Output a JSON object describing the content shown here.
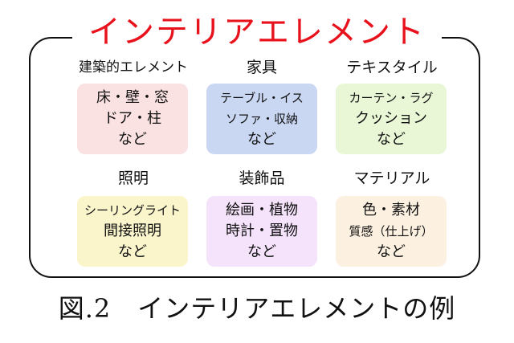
{
  "title": "インテリアエレメント",
  "caption": "図.2　インテリアエレメントの例",
  "colors": {
    "title": "#e8121c",
    "frame": "#111111",
    "box_pink": "#fbe2e2",
    "box_blue": "#c9d7f3",
    "box_green": "#e9f7d7",
    "box_yellow": "#fbf5cc",
    "box_lavender": "#f4e3fb",
    "box_cream": "#fcf0e0"
  },
  "categories": [
    {
      "label": "建築的エレメント",
      "items": [
        "床・壁・窓",
        "ドア・柱",
        "など"
      ]
    },
    {
      "label": "家具",
      "items": [
        "テーブル・イス",
        "ソファ・収納",
        "など"
      ]
    },
    {
      "label": "テキスタイル",
      "items": [
        "カーテン・ラグ",
        "クッション",
        "など"
      ]
    },
    {
      "label": "照明",
      "items": [
        "シーリングライト",
        "間接照明",
        "など"
      ]
    },
    {
      "label": "装飾品",
      "items": [
        "絵画・植物",
        "時計・置物",
        "など"
      ]
    },
    {
      "label": "マテリアル",
      "items": [
        "色・素材",
        "質感（仕上げ）",
        "など"
      ]
    }
  ]
}
